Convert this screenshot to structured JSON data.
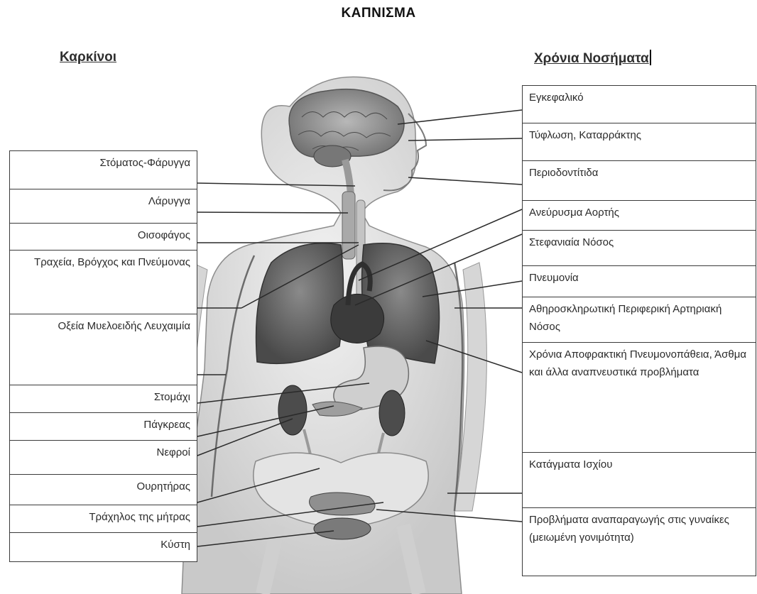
{
  "title": "ΚΑΠΝΙΣΜΑ",
  "left_heading": "Καρκίνοι",
  "right_heading": "Χρόνια Νοσήματα",
  "cancers": [
    "Στόματος-Φάρυγγα",
    "Λάρυγγα",
    "Οισοφάγος",
    "Τραχεία, Βρόγχος και Πνεύμονας",
    "Οξεία Μυελοειδής Λευχαιμία",
    "Στομάχι",
    "Πάγκρεας",
    "Νεφροί",
    "Ουρητήρας",
    "Τράχηλος της μήτρας",
    "Κύστη"
  ],
  "chronic_diseases": [
    "Εγκεφαλικό",
    "Τύφλωση, Καταρράκτης",
    "Περιοδοντίτιδα",
    "Ανεύρυσμα Αορτής",
    "Στεφανιαία Νόσος",
    "Πνευμονία",
    "Αθηροσκληρωτική Περιφερική Αρτηριακή Νόσος",
    "Χρόνια Αποφρακτική Πνευμονοπάθεια, Άσθμα και άλλα αναπνευστικά προβλήματα",
    "Κατάγματα Ισχίου",
    "Προβλήματα αναπαραγωγής στις γυναίκες (μειωμένη γονιμότητα)"
  ]
}
